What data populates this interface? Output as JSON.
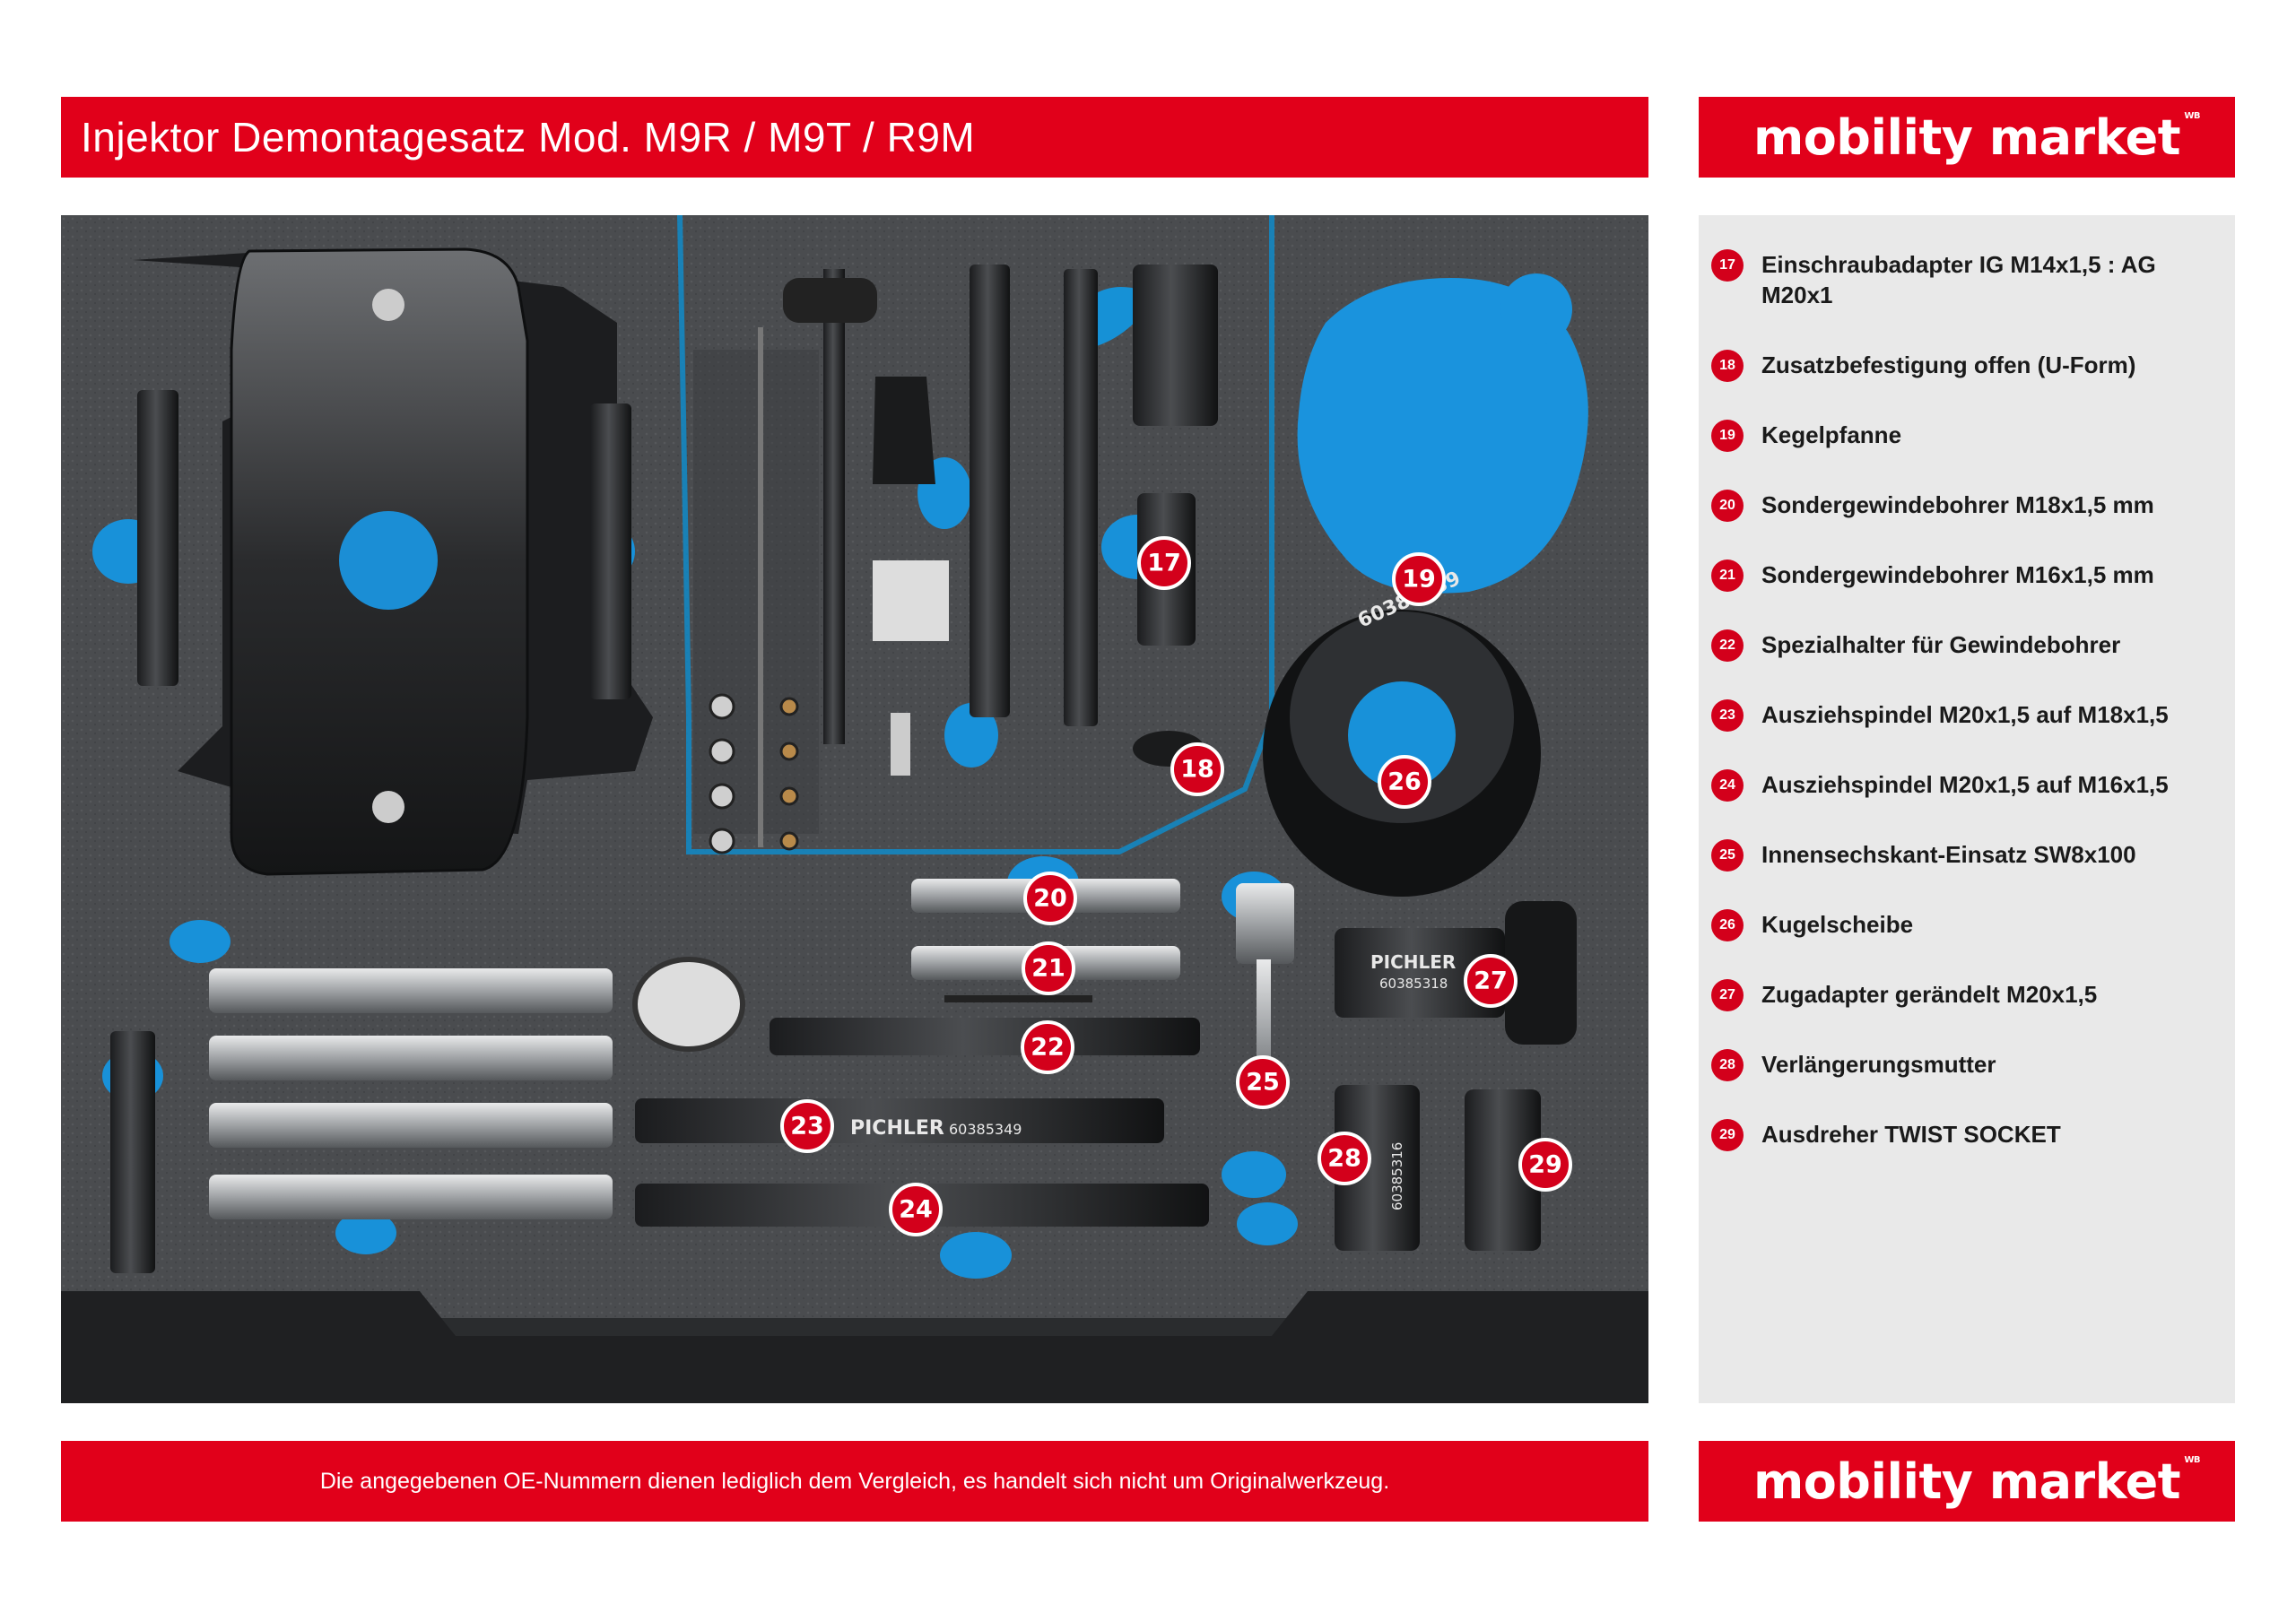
{
  "header": {
    "title": "Injektor Demontagesatz Mod. M9R / M9T / R9M"
  },
  "brand": {
    "name": "mobility market",
    "mark": "WB",
    "color": "#e1001a"
  },
  "footer": {
    "disclaimer": "Die angegebenen OE-Nummern dienen lediglich dem Vergleich, es handelt sich nicht um Originalwerkzeug."
  },
  "photo": {
    "badges": [
      "17",
      "18",
      "19",
      "20",
      "21",
      "22",
      "23",
      "24",
      "25",
      "26",
      "27",
      "28",
      "29"
    ],
    "engravings": {
      "brand": "PICHLER",
      "part_26": "60385639",
      "part_23": "60385349",
      "part_27": "60385318",
      "part_28": "60385316"
    }
  },
  "legend": {
    "items": [
      {
        "num": "17",
        "text": "Einschraubadapter IG M14x1,5 : AG M20x1"
      },
      {
        "num": "18",
        "text": "Zusatzbefestigung offen (U-Form)"
      },
      {
        "num": "19",
        "text": "Kegelpfanne"
      },
      {
        "num": "20",
        "text": "Sondergewindebohrer M18x1,5 mm"
      },
      {
        "num": "21",
        "text": "Sondergewindebohrer M16x1,5 mm"
      },
      {
        "num": "22",
        "text": "Spezialhalter für Gewindebohrer"
      },
      {
        "num": "23",
        "text": "Ausziehspindel M20x1,5 auf M18x1,5"
      },
      {
        "num": "24",
        "text": "Ausziehspindel M20x1,5 auf M16x1,5"
      },
      {
        "num": "25",
        "text": "Innensechskant-Einsatz SW8x100"
      },
      {
        "num": "26",
        "text": "Kugelscheibe"
      },
      {
        "num": "27",
        "text": "Zugadapter gerändelt M20x1,5"
      },
      {
        "num": "28",
        "text": "Verlängerungsmutter"
      },
      {
        "num": "29",
        "text": "Ausdreher TWIST SOCKET"
      }
    ]
  }
}
